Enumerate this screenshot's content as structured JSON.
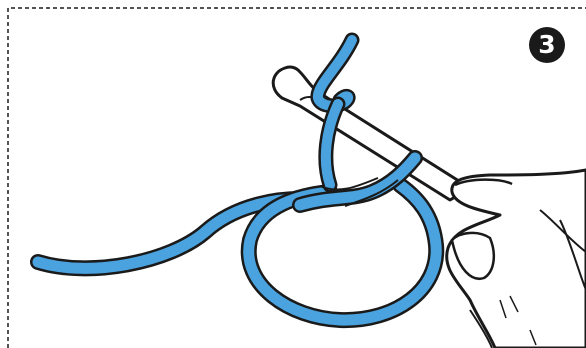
{
  "step_number": "3",
  "colors": {
    "yarn": "#4aa3df",
    "outline": "#1a1a1a",
    "hook": "#ffffff",
    "hand": "#ffffff",
    "frame_border": "#1a1a1a"
  },
  "icons": [
    "step-number-badge",
    "crochet-hook",
    "yarn-loop",
    "hand-illustration"
  ]
}
